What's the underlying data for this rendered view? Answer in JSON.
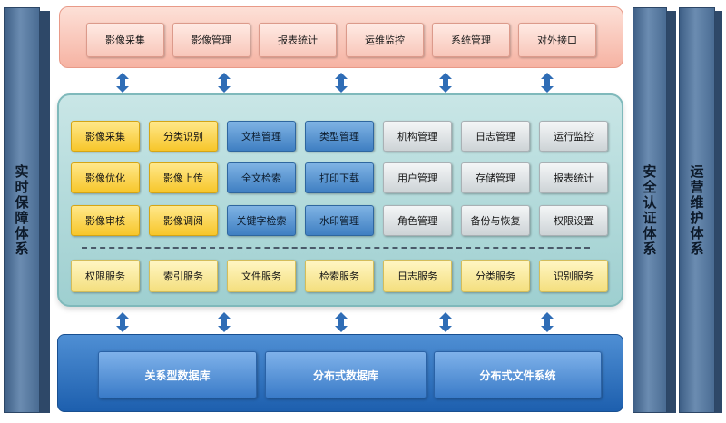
{
  "left_pillar": "实时保障体系",
  "right_pillars": [
    "安全认证体系",
    "运营维护体系"
  ],
  "top_modules": [
    "影像采集",
    "影像管理",
    "报表统计",
    "运维监控",
    "系统管理",
    "对外接口"
  ],
  "middle": {
    "yellow": [
      [
        "影像采集",
        "分类识别"
      ],
      [
        "影像优化",
        "影像上传"
      ],
      [
        "影像审核",
        "影像调阅"
      ]
    ],
    "blue": [
      [
        "文档管理",
        "类型管理"
      ],
      [
        "全文检索",
        "打印下载"
      ],
      [
        "关键字检索",
        "水印管理"
      ]
    ],
    "gray": [
      [
        "机构管理",
        "日志管理",
        "运行监控"
      ],
      [
        "用户管理",
        "存储管理",
        "报表统计"
      ],
      [
        "角色管理",
        "备份与恢复",
        "权限设置"
      ]
    ],
    "services": [
      "权限服务",
      "索引服务",
      "文件服务",
      "检索服务",
      "日志服务",
      "分类服务",
      "识别服务"
    ]
  },
  "bottom_stores": [
    "关系型数据库",
    "分布式数据库",
    "分布式文件系统"
  ],
  "colors": {
    "top": "#f6b3a3",
    "middle": "#9ecfd0",
    "bottom": "#1d5fae",
    "pillar": "#4a6c93"
  }
}
